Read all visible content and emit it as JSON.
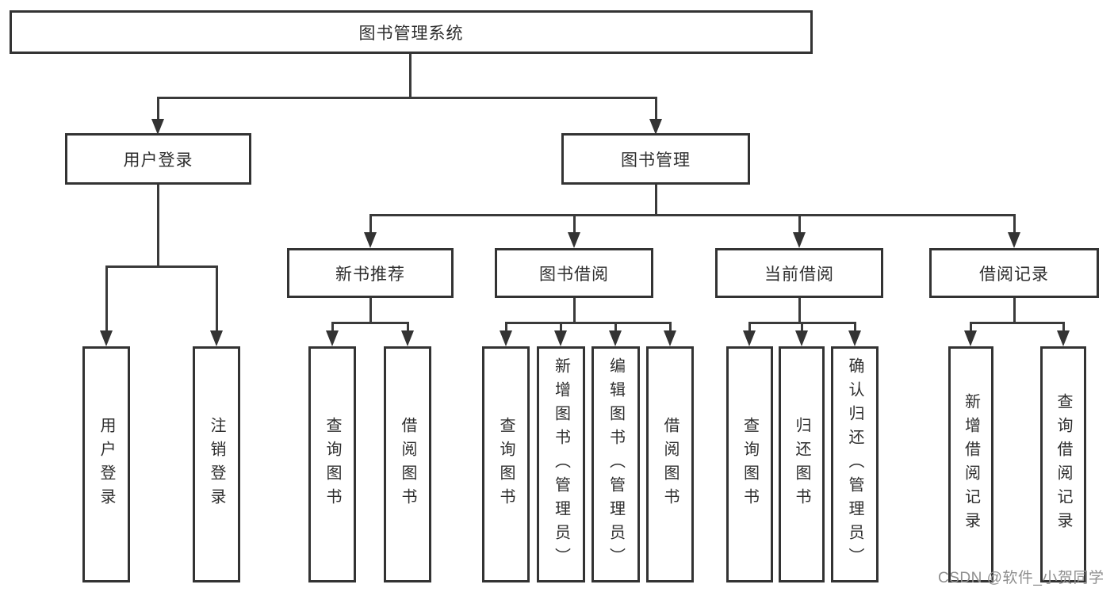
{
  "diagram_type": "hierarchy-tree",
  "watermark": "CSDN @软件_小贺同学",
  "colors": {
    "background": "#ffffff",
    "box_border": "#333333",
    "connector_line": "#3a3a3a",
    "text": "#2e2e2e",
    "watermark_text": "#8f8f8f"
  },
  "tree": {
    "label": "图书管理系统",
    "children": [
      {
        "label": "用户登录",
        "children": [
          {
            "label": "用户登录"
          },
          {
            "label": "注销登录"
          }
        ]
      },
      {
        "label": "图书管理",
        "children": [
          {
            "label": "新书推荐",
            "children": [
              {
                "label": "查询图书"
              },
              {
                "label": "借阅图书"
              }
            ]
          },
          {
            "label": "图书借阅",
            "children": [
              {
                "label": "查询图书"
              },
              {
                "label": "新增图书（管理员）"
              },
              {
                "label": "编辑图书（管理员）"
              },
              {
                "label": "借阅图书"
              }
            ]
          },
          {
            "label": "当前借阅",
            "children": [
              {
                "label": "查询图书"
              },
              {
                "label": "归还图书"
              },
              {
                "label": "确认归还（管理员）"
              }
            ]
          },
          {
            "label": "借阅记录",
            "children": [
              {
                "label": "新增借阅记录"
              },
              {
                "label": "查询借阅记录"
              }
            ]
          }
        ]
      }
    ]
  }
}
